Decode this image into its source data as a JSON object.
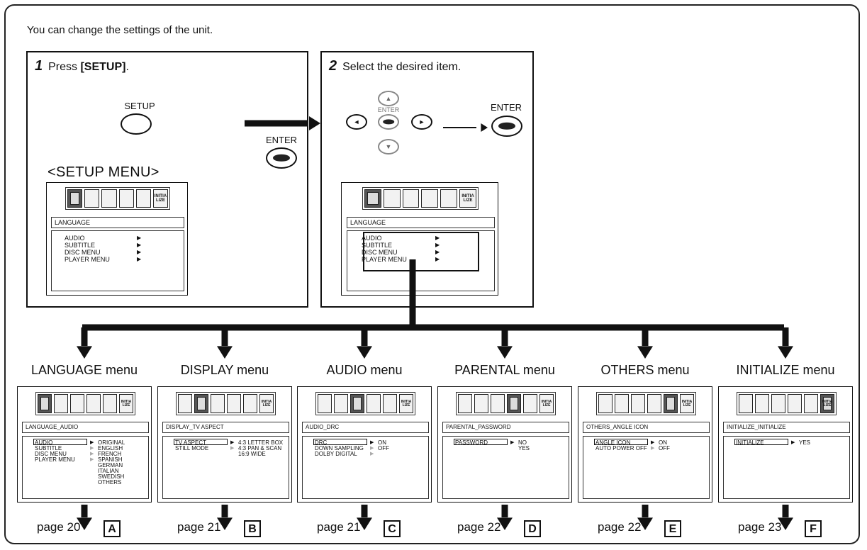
{
  "intro": "You can change the settings of the unit.",
  "step1": {
    "num": "1",
    "pre": "Press ",
    "key": "[SETUP]",
    "post": ".",
    "button": "SETUP",
    "menu_title": "<SETUP MENU>"
  },
  "step2": {
    "num": "2",
    "text": "Select the desired item.",
    "enter_small": "ENTER",
    "enter_big": "ENTER",
    "arrows": [
      "▲",
      "◄",
      "►",
      "▼"
    ]
  },
  "enter_mid": "ENTER",
  "tab_icons": [
    "language-icon",
    "display-icon",
    "audio-icon",
    "parental-icon",
    "others-icon",
    "initialize-icon"
  ],
  "initialize_tab_text": "INITIA LIZE",
  "setup_osd": {
    "title": "LANGUAGE",
    "items": [
      "AUDIO",
      "SUBTITLE",
      "DISC MENU",
      "PLAYER MENU"
    ]
  },
  "menus": [
    {
      "label": "LANGUAGE menu",
      "title": "LANGUAGE_AUDIO",
      "active_tab": 0,
      "rows": [
        {
          "item": "AUDIO",
          "value": "ORIGINAL",
          "hl": true
        },
        {
          "item": "SUBTITLE",
          "value": "ENGLISH"
        },
        {
          "item": "DISC MENU",
          "value": "FRENCH"
        },
        {
          "item": "PLAYER MENU",
          "value": "SPANISH"
        },
        {
          "item": "",
          "value": "GERMAN"
        },
        {
          "item": "",
          "value": "ITALIAN"
        },
        {
          "item": "",
          "value": "SWEDISH"
        },
        {
          "item": "",
          "value": "OTHERS"
        }
      ],
      "page": "page 20",
      "letter": "A"
    },
    {
      "label": "DISPLAY menu",
      "title": "DISPLAY_TV ASPECT",
      "active_tab": 1,
      "rows": [
        {
          "item": "TV ASPECT",
          "value": "4:3 LETTER BOX",
          "hl": true
        },
        {
          "item": "STILL MODE",
          "value": "4:3 PAN & SCAN"
        },
        {
          "item": "",
          "value": "16:9 WIDE"
        }
      ],
      "page": "page 21",
      "letter": "B"
    },
    {
      "label": "AUDIO menu",
      "title": "AUDIO_DRC",
      "active_tab": 2,
      "rows": [
        {
          "item": "DRC",
          "value": "ON",
          "hl": true
        },
        {
          "item": "DOWN SAMPLING",
          "value": "OFF"
        },
        {
          "item": "DOLBY DIGITAL",
          "value": ""
        }
      ],
      "page": "page 21",
      "letter": "C"
    },
    {
      "label": "PARENTAL menu",
      "title": "PARENTAL_PASSWORD",
      "active_tab": 3,
      "rows": [
        {
          "item": "PASSWORD",
          "value": "NO",
          "hl": true
        },
        {
          "item": "",
          "value": "YES"
        }
      ],
      "page": "page 22",
      "letter": "D"
    },
    {
      "label": "OTHERS menu",
      "title": "OTHERS_ANGLE ICON",
      "active_tab": 4,
      "rows": [
        {
          "item": "ANGLE ICON",
          "value": "ON",
          "hl": true
        },
        {
          "item": "AUTO POWER OFF",
          "value": "OFF"
        }
      ],
      "page": "page 22",
      "letter": "E"
    },
    {
      "label": "INITIALIZE menu",
      "title": "INITIALIZE_INITIALIZE",
      "active_tab": 5,
      "rows": [
        {
          "item": "INITIALIZE",
          "value": "YES",
          "hl": true
        }
      ],
      "page": "page 23",
      "letter": "F"
    }
  ]
}
